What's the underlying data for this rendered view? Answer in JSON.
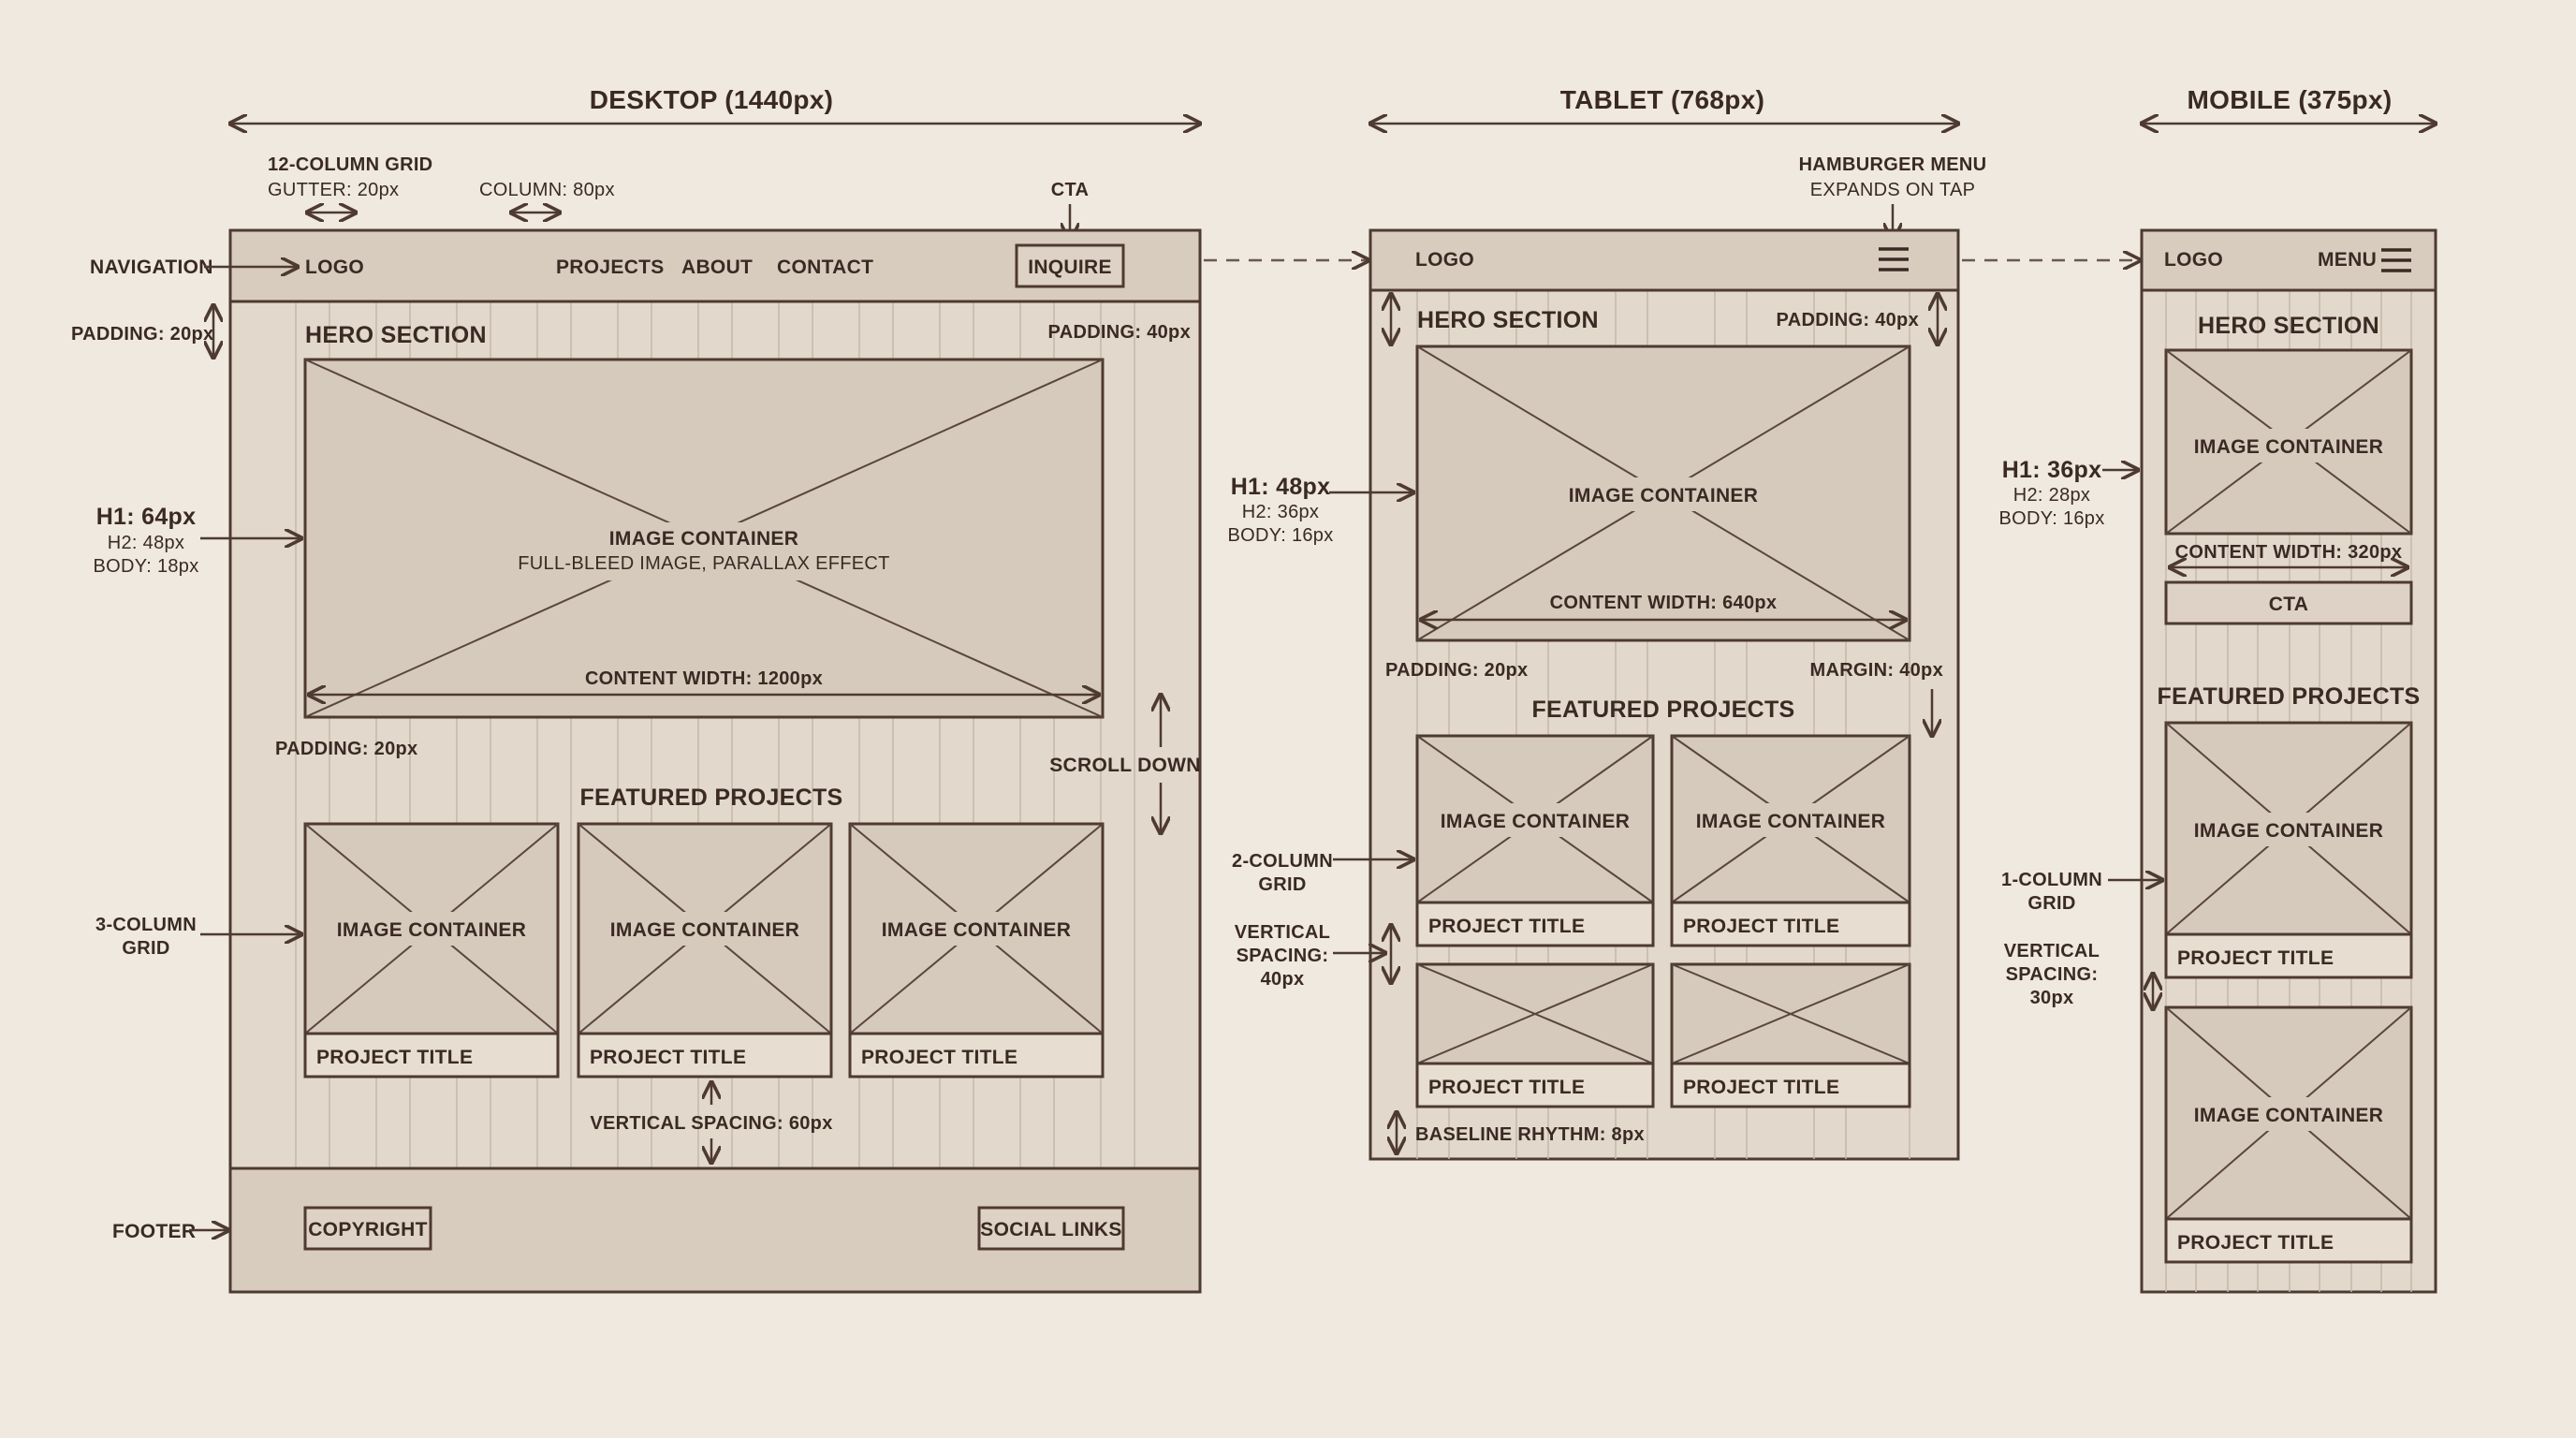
{
  "columns": {
    "desktop": {
      "name": "DESKTOP",
      "size": "(1440px)"
    },
    "tablet": {
      "name": "TABLET",
      "size": "(768px)"
    },
    "mobile": {
      "name": "MOBILE",
      "size": "(375px)"
    }
  },
  "desktop": {
    "grid_note": "12-COLUMN GRID",
    "gutter_note": "GUTTER: 20px",
    "column_note": "COLUMN: 80px",
    "cta_note": "CTA",
    "navigation_label": "NAVIGATION",
    "nav": {
      "logo": "LOGO",
      "projects": "PROJECTS",
      "about": "ABOUT",
      "contact": "CONTACT",
      "inquire": "INQUIRE"
    },
    "padding_left": "PADDING: 20px",
    "hero_title": "HERO SECTION",
    "padding_right": "PADDING: 40px",
    "type_scale": {
      "h1": "H1: 64px",
      "h2": "H2: 48px",
      "body": "BODY: 18px"
    },
    "hero_image": {
      "label": "IMAGE CONTAINER",
      "sub": "FULL-BLEED IMAGE, PARALLAX EFFECT",
      "width_note": "CONTENT WIDTH: 1200px"
    },
    "padding_below": "PADDING: 20px",
    "scroll_down": "SCROLL DOWN",
    "featured_title": "FEATURED PROJECTS",
    "grid_label": {
      "line1": "3-COLUMN",
      "line2": "GRID"
    },
    "card_image": "IMAGE CONTAINER",
    "card_title": "PROJECT TITLE",
    "vertical_spacing": "VERTICAL SPACING: 60px",
    "footer_label": "FOOTER",
    "copyright": "COPYRIGHT",
    "social_links": "SOCIAL LINKS"
  },
  "tablet": {
    "hamburger_note": {
      "line1": "HAMBURGER MENU",
      "line2": "EXPANDS ON TAP"
    },
    "logo": "LOGO",
    "hero_title": "HERO SECTION",
    "padding_right": "PADDING: 40px",
    "type_scale": {
      "h1": "H1: 48px",
      "h2": "H2: 36px",
      "body": "BODY: 16px"
    },
    "hero_image": {
      "label": "IMAGE CONTAINER",
      "width_note": "CONTENT WIDTH: 640px"
    },
    "padding_left": "PADDING: 20px",
    "margin_note": "MARGIN: 40px",
    "featured_title": "FEATURED PROJECTS",
    "grid_label": {
      "line1": "2-COLUMN",
      "line2": "GRID"
    },
    "spacing_label": {
      "line1": "VERTICAL",
      "line2": "SPACING:",
      "line3": "40px"
    },
    "card_image": "IMAGE CONTAINER",
    "card_title": "PROJECT TITLE",
    "baseline": "BASELINE RHYTHM: 8px"
  },
  "mobile": {
    "logo": "LOGO",
    "menu": "MENU",
    "hero_title": "HERO SECTION",
    "type_scale": {
      "h1": "H1: 36px",
      "h2": "H2: 28px",
      "body": "BODY: 16px"
    },
    "hero_image": "IMAGE CONTAINER",
    "content_width": "CONTENT WIDTH: 320px",
    "cta": "CTA",
    "featured_title": "FEATURED PROJECTS",
    "grid_label": {
      "line1": "1-COLUMN",
      "line2": "GRID"
    },
    "spacing_label": {
      "line1": "VERTICAL",
      "line2": "SPACING:",
      "line3": "30px"
    },
    "card_image": "IMAGE CONTAINER",
    "card_title": "PROJECT TITLE"
  }
}
